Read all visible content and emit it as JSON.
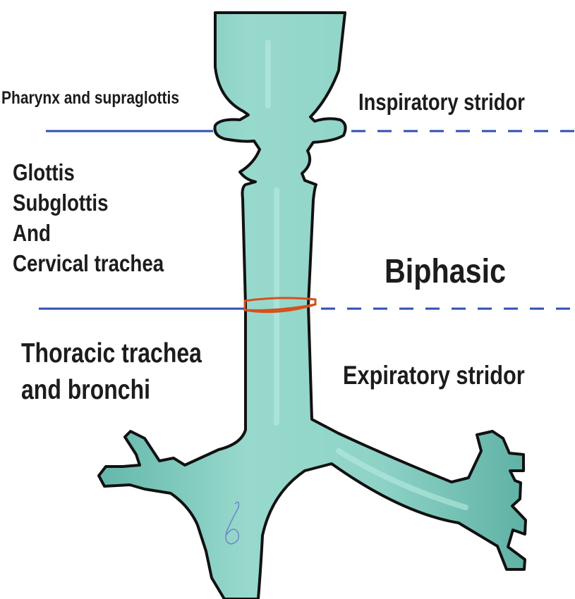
{
  "labels": {
    "pharynx": "Pharynx and supraglottis",
    "inspiratory": "Inspiratory stridor",
    "glottis_group": [
      "Glottis",
      "Subglottis",
      "And",
      "Cervical trachea"
    ],
    "biphasic": "Biphasic",
    "thoracic_line1": "Thoracic trachea",
    "thoracic_line2": "and bronchi",
    "expiratory": "Expiratory stridor"
  },
  "colors": {
    "airway_fill": "#86cfc3",
    "airway_outline": "#111111",
    "divider_line": "#2f4fb0",
    "stenosis_ring": "#d4501f",
    "text": "#1c1c1c",
    "signature": "#6d86c9"
  }
}
